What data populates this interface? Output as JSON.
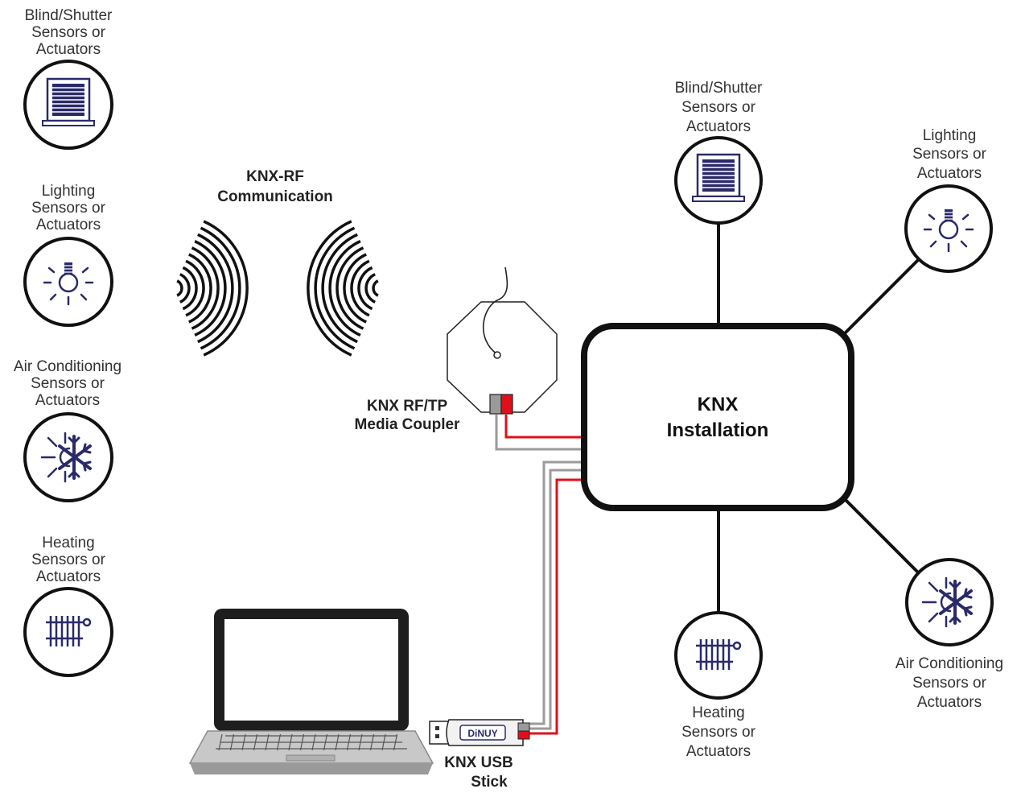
{
  "rf_label": {
    "line1": "KNX-RF",
    "line2": "Communication"
  },
  "coupler_label": {
    "line1": "KNX RF/TP",
    "line2": "Media Coupler"
  },
  "installation_label": {
    "line1": "KNX",
    "line2": "Installation"
  },
  "usb_label": {
    "line1": "KNX USB",
    "line2": "Stick"
  },
  "usb_brand": "DiNUY",
  "left_devices": [
    {
      "icon": "blind-icon",
      "lines": [
        "Blind/Shutter",
        "Sensors or",
        "Actuators"
      ]
    },
    {
      "icon": "bulb-icon",
      "lines": [
        "Lighting",
        "Sensors or",
        "Actuators"
      ]
    },
    {
      "icon": "snowflake-sun-icon",
      "lines": [
        "Air Conditioning",
        "Sensors or",
        "Actuators"
      ]
    },
    {
      "icon": "radiator-icon",
      "lines": [
        "Heating",
        "Sensors or",
        "Actuators"
      ]
    }
  ],
  "right_devices": [
    {
      "icon": "blind-icon",
      "lines": [
        "Blind/Shutter",
        "Sensors or",
        "Actuators"
      ]
    },
    {
      "icon": "bulb-icon",
      "lines": [
        "Lighting",
        "Sensors or",
        "Actuators"
      ]
    },
    {
      "icon": "radiator-icon",
      "lines": [
        "Heating",
        "Sensors or",
        "Actuators"
      ]
    },
    {
      "icon": "snowflake-sun-icon",
      "lines": [
        "Air Conditioning",
        "Sensors or",
        "Actuators"
      ]
    }
  ],
  "colors": {
    "wire_red": "#e0101a",
    "wire_grey": "#9a9a9a",
    "icon": "#2a2a6a",
    "outline": "#111111"
  }
}
